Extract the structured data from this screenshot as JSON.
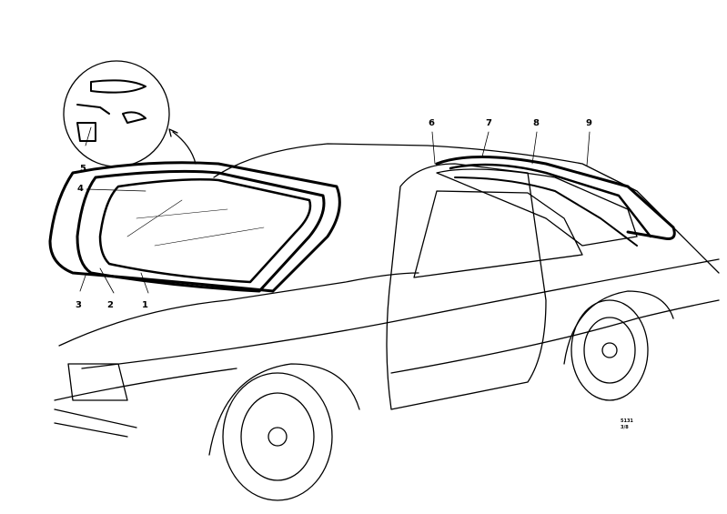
{
  "labels": {
    "p1": "1",
    "p2": "2",
    "p3": "3",
    "p4": "4",
    "p5": "5",
    "p6": "6",
    "p7": "7",
    "p8": "8",
    "p9": "9"
  },
  "code": {
    "line1": "5131",
    "line2": "3/8"
  }
}
